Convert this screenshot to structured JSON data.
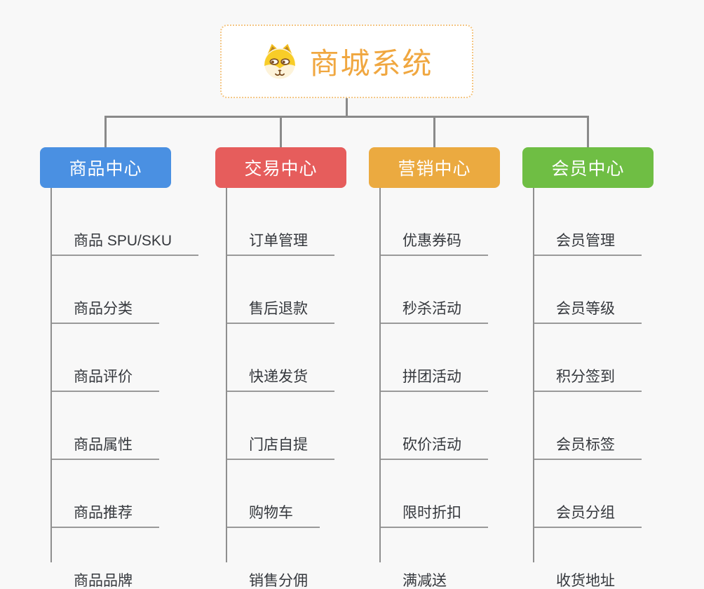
{
  "root": {
    "title": "商城系统",
    "icon": "dog-face-icon"
  },
  "branches": [
    {
      "id": "product-center",
      "label": "商品中心",
      "color": "#4a90e2",
      "children": [
        "商品 SPU/SKU",
        "商品分类",
        "商品评价",
        "商品属性",
        "商品推荐",
        "商品品牌"
      ]
    },
    {
      "id": "trade-center",
      "label": "交易中心",
      "color": "#e65d5c",
      "children": [
        "订单管理",
        "售后退款",
        "快递发货",
        "门店自提",
        "购物车",
        "销售分佣"
      ]
    },
    {
      "id": "marketing-center",
      "label": "营销中心",
      "color": "#ebaa40",
      "children": [
        "优惠券码",
        "秒杀活动",
        "拼团活动",
        "砍价活动",
        "限时折扣",
        "满减送"
      ]
    },
    {
      "id": "member-center",
      "label": "会员中心",
      "color": "#6fbe44",
      "children": [
        "会员管理",
        "会员等级",
        "积分签到",
        "会员标签",
        "会员分组",
        "收货地址"
      ]
    }
  ],
  "colors": {
    "background": "#f8f8f8",
    "root_border": "#f4c684",
    "root_text": "#f0a740",
    "connector": "#8a8a8a",
    "leaf_underline": "#9a9a9a",
    "leaf_text": "#35383d"
  }
}
